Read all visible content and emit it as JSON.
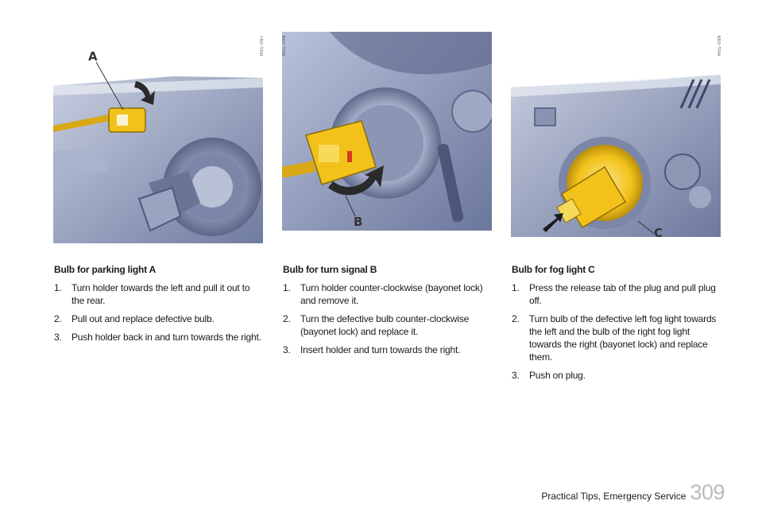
{
  "figures": [
    {
      "code": "H51-097",
      "callout": "A"
    },
    {
      "code": "H51-098",
      "callout": "B"
    },
    {
      "code": "H51-099",
      "callout": "C"
    }
  ],
  "sections": [
    {
      "title": "Bulb for parking light A",
      "steps": [
        {
          "num": "1.",
          "text": "Turn holder towards the left and pull it out to the rear."
        },
        {
          "num": "2.",
          "text": "Pull out and replace defective bulb."
        },
        {
          "num": "3.",
          "text": "Push holder back in and turn towards the right."
        }
      ]
    },
    {
      "title": "Bulb for turn signal B",
      "steps": [
        {
          "num": "1.",
          "text": "Turn holder counter-clockwise (bayonet lock) and remove it."
        },
        {
          "num": "2.",
          "text": "Turn the defective bulb counter-clockwise (bayonet lock) and replace it."
        },
        {
          "num": "3.",
          "text": "Insert holder and turn towards the right."
        }
      ]
    },
    {
      "title": "Bulb for fog light C",
      "steps": [
        {
          "num": "1.",
          "text": "Press the release tab of the plug and pull plug off."
        },
        {
          "num": "2.",
          "text": "Turn bulb of the defective left fog light towards the left and the bulb of the right fog light towards the right (bayonet lock) and replace them."
        },
        {
          "num": "3.",
          "text": "Push on plug."
        }
      ]
    }
  ],
  "footer": {
    "text": "Practical Tips, Emergency Service",
    "page_number": "309"
  },
  "colors": {
    "housing": "#8f9ab8",
    "holder": "#f2c21b",
    "arrow": "#2a2a2a"
  }
}
